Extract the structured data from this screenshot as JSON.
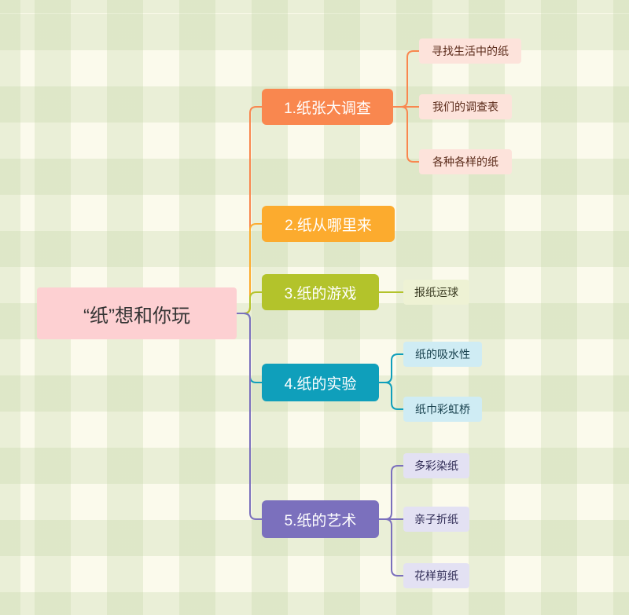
{
  "root": {
    "label": "“纸”想和你玩",
    "color": "#fdd0d2"
  },
  "branches": [
    {
      "label": "1.纸张大调查",
      "color": "#f9874f",
      "leaf_bg": "#fde3db",
      "leaves": [
        "寻找生活中的纸",
        "我们的调查表",
        "各种各样的纸"
      ]
    },
    {
      "label": "2.纸从哪里来",
      "color": "#fcab2e",
      "leaves": []
    },
    {
      "label": "3.纸的游戏",
      "color": "#b3c32b",
      "leaf_bg": "#eef2d4",
      "leaves": [
        "报纸运球"
      ]
    },
    {
      "label": "4.纸的实验",
      "color": "#0f9fbb",
      "leaf_bg": "#cfecf4",
      "leaves": [
        "纸的吸水性",
        "纸巾彩虹桥"
      ]
    },
    {
      "label": "5.纸的艺术",
      "color": "#7b70bd",
      "leaf_bg": "#e3e1f3",
      "leaves": [
        "多彩染纸",
        "亲子折纸",
        "花样剪纸"
      ]
    }
  ]
}
